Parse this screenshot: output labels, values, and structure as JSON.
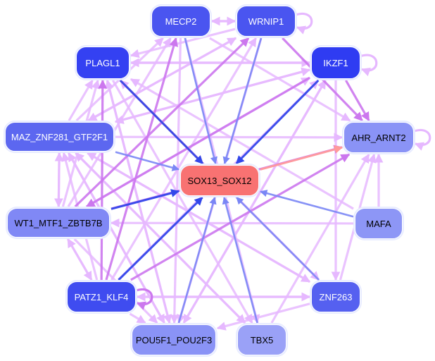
{
  "graph": {
    "title": "",
    "colors": {
      "edge_light": "#e6b8ff",
      "edge_mid": "#cc77ee",
      "edge_blue": "#7a86f5",
      "edge_darkblue": "#3347ea",
      "edge_red": "#ff9a9a"
    },
    "nodes": [
      {
        "id": "MECP2",
        "label": "MECP2",
        "color": "#4a55f0",
        "text": "#ffffff"
      },
      {
        "id": "WRNIP1",
        "label": "WRNIP1",
        "color": "#4a55f0",
        "text": "#ffffff"
      },
      {
        "id": "PLAGL1",
        "label": "PLAGL1",
        "color": "#3441f2",
        "text": "#ffffff"
      },
      {
        "id": "IKZF1",
        "label": "IKZF1",
        "color": "#2f3cf2",
        "text": "#ffffff"
      },
      {
        "id": "MAZ",
        "label": "MAZ_ZNF281_GTF2F1",
        "color": "#5c67f0",
        "text": "#ffffff"
      },
      {
        "id": "AHR",
        "label": "AHR_ARNT2",
        "color": "#8a93f6",
        "text": "#000000"
      },
      {
        "id": "SOX",
        "label": "SOX13_SOX12",
        "color": "#f87272",
        "text": "#000000"
      },
      {
        "id": "WT1",
        "label": "WT1_MTF1_ZBTB7B",
        "color": "#8088f5",
        "text": "#000000"
      },
      {
        "id": "MAFA",
        "label": "MAFA",
        "color": "#8d96f6",
        "text": "#000000"
      },
      {
        "id": "PATZ1",
        "label": "PATZ1_KLF4",
        "color": "#3f4cf0",
        "text": "#ffffff"
      },
      {
        "id": "ZNF263",
        "label": "ZNF263",
        "color": "#5560f0",
        "text": "#ffffff"
      },
      {
        "id": "POU",
        "label": "POU5F1_POU2F3",
        "color": "#8a93f6",
        "text": "#000000"
      },
      {
        "id": "TBX5",
        "label": "TBX5",
        "color": "#9aa1f7",
        "text": "#000000"
      }
    ],
    "edges": [
      {
        "from": "MECP2",
        "to": "SOX",
        "style": "blue"
      },
      {
        "from": "WRNIP1",
        "to": "SOX",
        "style": "blue"
      },
      {
        "from": "IKZF1",
        "to": "SOX",
        "style": "darkblue"
      },
      {
        "from": "PLAGL1",
        "to": "SOX",
        "style": "darkblue"
      },
      {
        "from": "MAZ",
        "to": "SOX",
        "style": "blue"
      },
      {
        "from": "WT1",
        "to": "SOX",
        "style": "darkblue"
      },
      {
        "from": "PATZ1",
        "to": "SOX",
        "style": "darkblue"
      },
      {
        "from": "POU",
        "to": "SOX",
        "style": "blue"
      },
      {
        "from": "TBX5",
        "to": "SOX",
        "style": "blue"
      },
      {
        "from": "ZNF263",
        "to": "SOX",
        "style": "blue"
      },
      {
        "from": "MAFA",
        "to": "SOX",
        "style": "blue"
      },
      {
        "from": "SOX",
        "to": "AHR",
        "style": "red"
      },
      {
        "from": "PLAGL1",
        "to": "SOX",
        "style": "red"
      },
      {
        "from": "MAFA",
        "to": "AHR",
        "style": "light"
      },
      {
        "from": "IKZF1",
        "to": "AHR",
        "style": "mid"
      },
      {
        "from": "WRNIP1",
        "to": "AHR",
        "style": "mid"
      },
      {
        "from": "MECP2",
        "to": "AHR",
        "style": "light"
      },
      {
        "from": "WT1",
        "to": "AHR",
        "style": "mid"
      },
      {
        "from": "PATZ1",
        "to": "AHR",
        "style": "mid"
      },
      {
        "from": "MAZ",
        "to": "AHR",
        "style": "light"
      },
      {
        "from": "PATZ1",
        "to": "PLAGL1",
        "style": "mid"
      },
      {
        "from": "PATZ1",
        "to": "MECP2",
        "style": "mid"
      },
      {
        "from": "PATZ1",
        "to": "WRNIP1",
        "style": "light"
      },
      {
        "from": "PATZ1",
        "to": "IKZF1",
        "style": "light"
      },
      {
        "from": "PATZ1",
        "to": "MAZ",
        "style": "light"
      },
      {
        "from": "PATZ1",
        "to": "WT1",
        "style": "light"
      },
      {
        "from": "PATZ1",
        "to": "POU",
        "style": "light"
      },
      {
        "from": "WT1",
        "to": "PATZ1",
        "style": "light"
      },
      {
        "from": "WT1",
        "to": "MAZ",
        "style": "light"
      },
      {
        "from": "MAZ",
        "to": "WT1",
        "style": "light"
      },
      {
        "from": "WT1",
        "to": "POU",
        "style": "light"
      },
      {
        "from": "WT1",
        "to": "PLAGL1",
        "style": "light"
      },
      {
        "from": "WT1",
        "to": "IKZF1",
        "style": "light"
      },
      {
        "from": "WT1",
        "to": "WRNIP1",
        "style": "mid"
      },
      {
        "from": "WT1",
        "to": "MECP2",
        "style": "light"
      },
      {
        "from": "MAZ",
        "to": "MECP2",
        "style": "light"
      },
      {
        "from": "MAZ",
        "to": "WRNIP1",
        "style": "light"
      },
      {
        "from": "MAZ",
        "to": "IKZF1",
        "style": "light"
      },
      {
        "from": "MAZ",
        "to": "PLAGL1",
        "style": "light"
      },
      {
        "from": "MAZ",
        "to": "ZNF263",
        "style": "light"
      },
      {
        "from": "MAZ",
        "to": "TBX5",
        "style": "light"
      },
      {
        "from": "MAZ",
        "to": "POU",
        "style": "light"
      },
      {
        "from": "PLAGL1",
        "to": "POU",
        "style": "light"
      },
      {
        "from": "PLAGL1",
        "to": "TBX5",
        "style": "light"
      },
      {
        "from": "PLAGL1",
        "to": "ZNF263",
        "style": "light"
      },
      {
        "from": "PLAGL1",
        "to": "IKZF1",
        "style": "light"
      },
      {
        "from": "MECP2",
        "to": "WRNIP1",
        "style": "light"
      },
      {
        "from": "WRNIP1",
        "to": "MECP2",
        "style": "light"
      },
      {
        "from": "MECP2",
        "to": "POU",
        "style": "light"
      },
      {
        "from": "MECP2",
        "to": "TBX5",
        "style": "light"
      },
      {
        "from": "WRNIP1",
        "to": "POU",
        "style": "light"
      },
      {
        "from": "WRNIP1",
        "to": "PLAGL1",
        "style": "light"
      },
      {
        "from": "WRNIP1",
        "to": "MAZ",
        "style": "light"
      },
      {
        "from": "IKZF1",
        "to": "PLAGL1",
        "style": "light"
      },
      {
        "from": "IKZF1",
        "to": "MAZ",
        "style": "light"
      },
      {
        "from": "IKZF1",
        "to": "WT1",
        "style": "mid"
      },
      {
        "from": "IKZF1",
        "to": "POU",
        "style": "light"
      },
      {
        "from": "IKZF1",
        "to": "ZNF263",
        "style": "light"
      },
      {
        "from": "ZNF263",
        "to": "PATZ1",
        "style": "light"
      },
      {
        "from": "ZNF263",
        "to": "POU",
        "style": "light"
      },
      {
        "from": "ZNF263",
        "to": "PLAGL1",
        "style": "light"
      },
      {
        "from": "ZNF263",
        "to": "MAZ",
        "style": "light"
      },
      {
        "from": "ZNF263",
        "to": "AHR",
        "style": "light"
      },
      {
        "from": "TBX5",
        "to": "MAZ",
        "style": "light"
      },
      {
        "from": "TBX5",
        "to": "AHR",
        "style": "light"
      },
      {
        "from": "POU",
        "to": "PLAGL1",
        "style": "light"
      },
      {
        "from": "POU",
        "to": "MAZ",
        "style": "light"
      },
      {
        "from": "POU",
        "to": "IKZF1",
        "style": "light"
      },
      {
        "from": "MAFA",
        "to": "WT1",
        "style": "light"
      },
      {
        "from": "MAFA",
        "to": "PLAGL1",
        "style": "light"
      },
      {
        "from": "PATZ1",
        "to": "ZNF263",
        "style": "light"
      }
    ],
    "self_loops": [
      {
        "node": "WRNIP1",
        "style": "light"
      },
      {
        "node": "IKZF1",
        "style": "light"
      },
      {
        "node": "AHR",
        "style": "light"
      },
      {
        "node": "PATZ1",
        "style": "mid"
      }
    ]
  }
}
